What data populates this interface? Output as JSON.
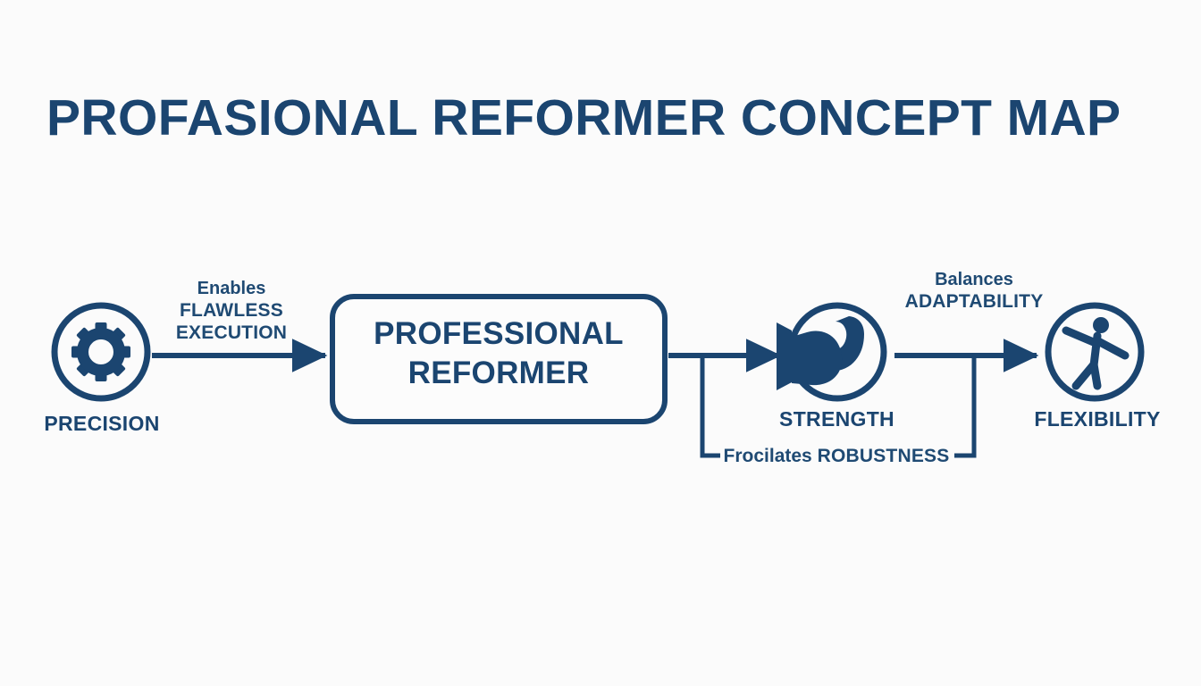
{
  "theme": {
    "background": "#fbfbfb",
    "ink": "#1b4570",
    "ink_soft": "#1f4a73",
    "stroke_width": 6
  },
  "title": "PROFASIONAL REFORMER CONCEPT MAP",
  "center_node": {
    "line1": "PROFESSIONAL",
    "line2": "REFORMER",
    "shape": "rounded-rectangle"
  },
  "nodes": [
    {
      "id": "precision",
      "label": "PRECISION",
      "icon": "gear-icon"
    },
    {
      "id": "strength",
      "label": "STRENGTH",
      "icon": "flexed-bicep-icon"
    },
    {
      "id": "flexibility",
      "label": "FLEXIBILITY",
      "icon": "stretching-person-icon"
    }
  ],
  "edges": [
    {
      "id": "precision-to-reformer",
      "from": "precision",
      "to": "center_node",
      "soft": "Enables",
      "hard_line1": "FLAWLESS",
      "hard_line2": "EXECUTION",
      "arrow": true
    },
    {
      "id": "strength-to-flexibility",
      "from": "strength",
      "to": "flexibility",
      "soft": "Balances",
      "hard": "ADAPTABILITY",
      "arrow": true
    },
    {
      "id": "reformer-to-flexibility-bracket",
      "from": "center_node",
      "to": "flexibility",
      "soft": "Frocilates",
      "hard": "ROBUSTNESS",
      "arrow": false
    }
  ]
}
